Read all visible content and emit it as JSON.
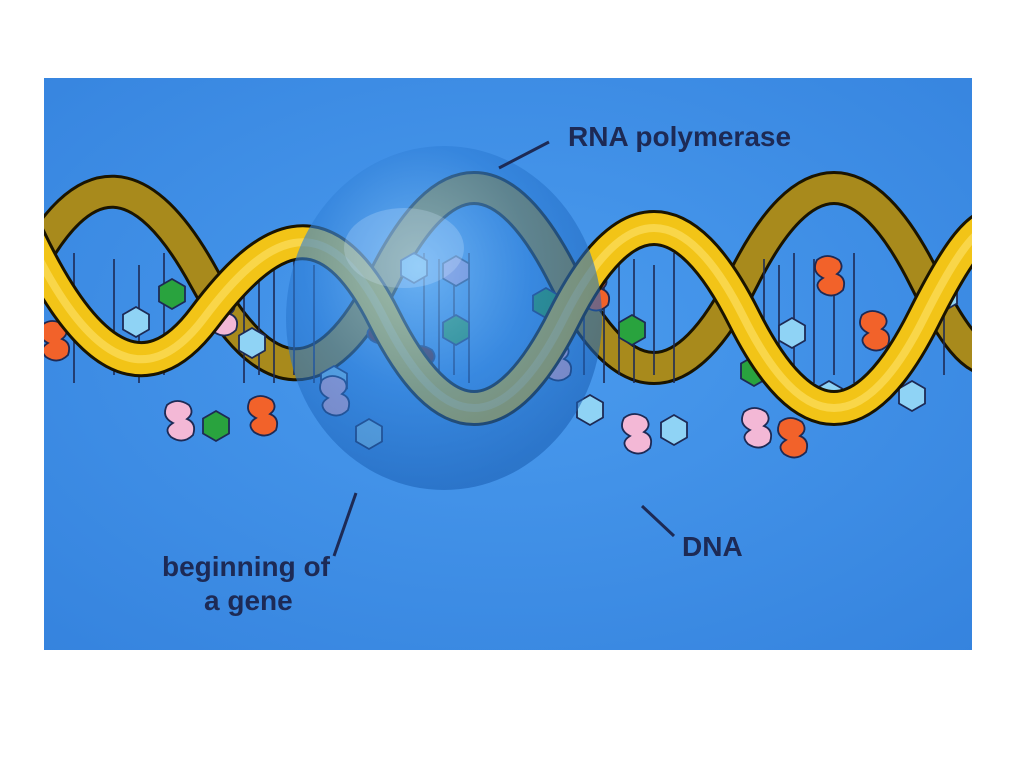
{
  "labels": {
    "rna_polymerase": "RNA polymerase",
    "dna": "DNA",
    "gene_line1": "beginning of",
    "gene_line2": "a gene"
  },
  "colors": {
    "background": "#3f8fe6",
    "strand": "#f2c417",
    "strand_back": "#a88a1c",
    "polymerase": "#2f7fd8",
    "label": "#1d2a55"
  },
  "bases": [
    {
      "shape": "hexagon",
      "color": "#29a33e"
    },
    {
      "shape": "hexagon",
      "color": "#8fd3f5"
    },
    {
      "shape": "blob",
      "color": "#f3b8d6"
    },
    {
      "shape": "blob",
      "color": "#f2622a"
    },
    {
      "shape": "hexagon",
      "color": "#b79ad9"
    },
    {
      "shape": "blob",
      "color": "#5a1210"
    }
  ]
}
